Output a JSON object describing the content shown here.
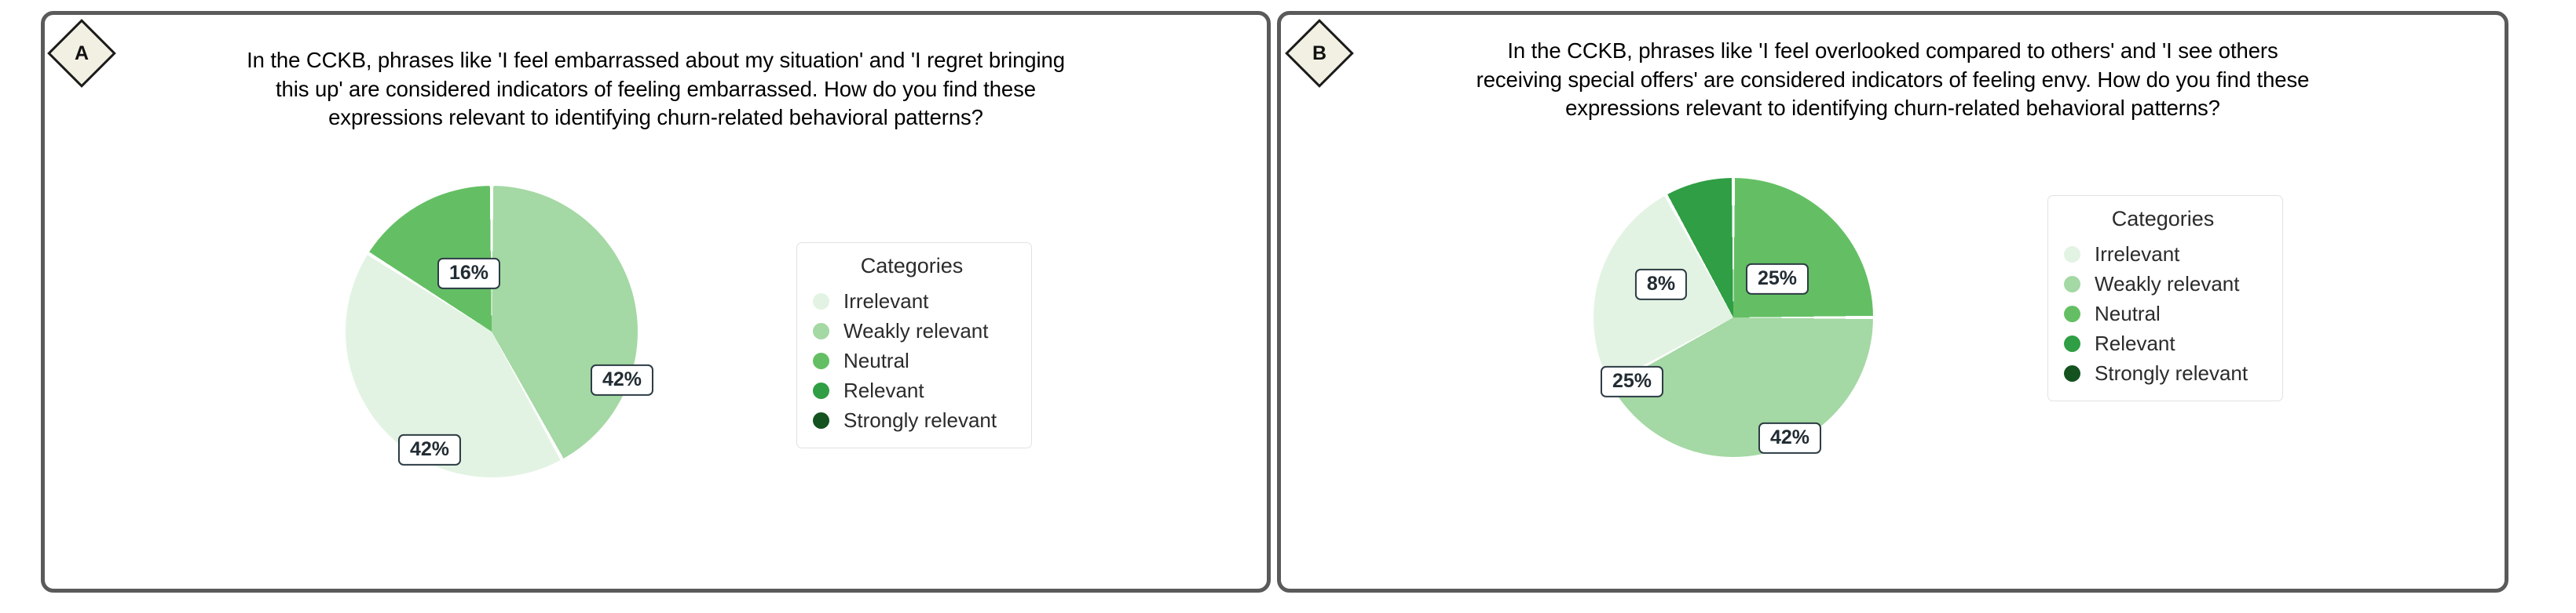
{
  "panels": [
    {
      "badge": "A",
      "title": "In the CCKB, phrases like 'I feel embarrassed about my situation' and 'I regret bringing\nthis up'  are considered indicators of feeling embarrassed. How do you find these\nexpressions relevant to identifying churn-related behavioral patterns?",
      "legend": {
        "title": "Categories",
        "items": [
          {
            "label": "Irrelevant",
            "color": "#e3f3e3"
          },
          {
            "label": "Weakly relevant",
            "color": "#a4d8a4"
          },
          {
            "label": "Neutral",
            "color": "#64bf६4"
          },
          {
            "label": "Relevant",
            "color": "#2f9e44"
          },
          {
            "label": "Strongly relevant",
            "color": "#14521f"
          }
        ]
      },
      "chart_data": {
        "type": "pie",
        "title": "In the CCKB, phrases like 'I feel embarrassed about my situation' and 'I regret bringing this up'  are considered indicators of feeling embarrassed. How do you find these expressions relevant to identifying churn-related behavioral patterns?",
        "legend_title": "Categories",
        "legend_position": "right",
        "categories": [
          "Irrelevant",
          "Weakly relevant",
          "Neutral",
          "Relevant",
          "Strongly relevant"
        ],
        "category_colors": [
          "#e3f3e3",
          "#a4d8a4",
          "#64bf64",
          "#2f9e44",
          "#14521f"
        ],
        "values": [
          42,
          42,
          16,
          0,
          0
        ],
        "labels": [
          "42%",
          "42%",
          "16%",
          "",
          ""
        ],
        "slices": [
          {
            "category": "Weakly relevant",
            "value": 42,
            "label": "42%",
            "color": "#a4d8a4"
          },
          {
            "category": "Irrelevant",
            "value": 42,
            "label": "42%",
            "color": "#e3f3e3"
          },
          {
            "category": "Neutral",
            "value": 16,
            "label": "16%",
            "color": "#64bf64"
          }
        ]
      }
    },
    {
      "badge": "B",
      "title": "In the CCKB, phrases like  'I feel overlooked compared to others'  and 'I see others\nreceiving special offers' are considered indicators of feeling envy. How do you find these\nexpressions relevant to identifying churn-related behavioral patterns?",
      "legend": {
        "title": "Categories",
        "items": [
          {
            "label": "Irrelevant",
            "color": "#e3f3e3"
          },
          {
            "label": "Weakly relevant",
            "color": "#a4d8a4"
          },
          {
            "label": "Neutral",
            "color": "#64bf64"
          },
          {
            "label": "Relevant",
            "color": "#2f9e44"
          },
          {
            "label": "Strongly relevant",
            "color": "#14521f"
          }
        ]
      },
      "chart_data": {
        "type": "pie",
        "title": "In the CCKB, phrases like  'I feel overlooked compared to others'  and 'I see others receiving special offers' are considered indicators of feeling envy. How do you find these expressions relevant to identifying churn-related behavioral patterns?",
        "legend_title": "Categories",
        "legend_position": "right",
        "categories": [
          "Irrelevant",
          "Weakly relevant",
          "Neutral",
          "Relevant",
          "Strongly relevant"
        ],
        "category_colors": [
          "#e3f3e3",
          "#a4d8a4",
          "#64bf64",
          "#2f9e44",
          "#14521f"
        ],
        "values": [
          25,
          42,
          25,
          8,
          0
        ],
        "labels": [
          "25%",
          "42%",
          "25%",
          "8%",
          ""
        ],
        "slices": [
          {
            "category": "Neutral",
            "value": 25,
            "label": "25%",
            "color": "#64bf64"
          },
          {
            "category": "Weakly relevant",
            "value": 42,
            "label": "42%",
            "color": "#a4d8a4"
          },
          {
            "category": "Irrelevant",
            "value": 25,
            "label": "25%",
            "color": "#e3f3e3"
          },
          {
            "category": "Relevant",
            "value": 8,
            "label": "8%",
            "color": "#2f9e44"
          }
        ]
      }
    }
  ]
}
